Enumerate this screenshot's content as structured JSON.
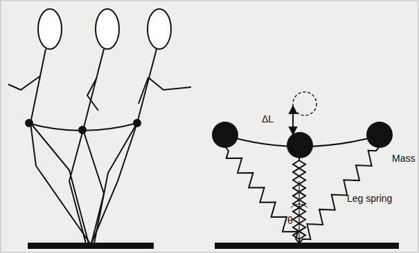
{
  "diagram": {
    "labels": [
      "ΔL",
      "Mass",
      "Leg spring",
      "θ"
    ]
  }
}
